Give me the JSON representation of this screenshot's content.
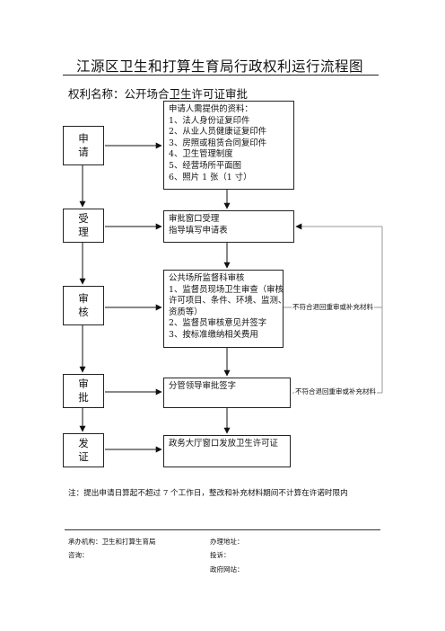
{
  "title": "江源区卫生和打算生育局行政权利运行流程图",
  "subtitle": "权利名称：公开场合卫生许可证审批",
  "stages": [
    {
      "chars": [
        "申",
        "请"
      ]
    },
    {
      "chars": [
        "受",
        "理"
      ]
    },
    {
      "chars": [
        "审",
        "核"
      ]
    },
    {
      "chars": [
        "审",
        "批"
      ]
    },
    {
      "chars": [
        "发",
        "证"
      ]
    }
  ],
  "steps": [
    {
      "lines": [
        "申请人需提供的资料：",
        "1、法人身份证复印件",
        "2、从业人员健康证复印件",
        "3、房照或租赁合同复印件",
        "4、卫生管理制度",
        "5、经营场所平面图",
        "6、照片 1 张（1 寸）"
      ]
    },
    {
      "lines": [
        "审批窗口受理",
        "指导填写申请表"
      ]
    },
    {
      "lines": [
        "公共场所监督科审核",
        "1、监督员现场卫生审查（审核",
        "许可项目、条件、环境、监测、",
        "资质等）",
        "2、监督员审核意见并签字",
        "3、按标准缴纳相关费用"
      ]
    },
    {
      "lines": [
        "分管领导审批签字"
      ]
    },
    {
      "lines": [
        "政务大厅窗口发放卫生许可证"
      ]
    }
  ],
  "return_notes": [
    "不符合退回重审或补充材料",
    "不符合退回重审或补充材料"
  ],
  "note": "注：提出申请日算起不超过 7 个工作日，整改和补充材料期间不计算在许诺时限内",
  "footer": {
    "org": "承办机构：卫生和打算生育局",
    "address": "办理地址：",
    "consult": "咨询：",
    "complaint": "投诉：",
    "website": "政府网站："
  }
}
